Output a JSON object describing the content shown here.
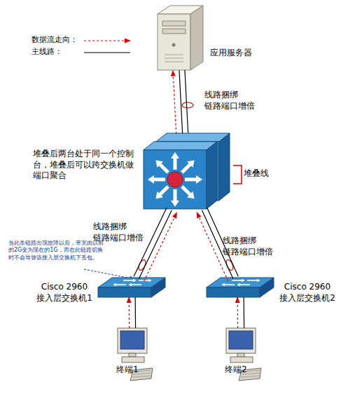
{
  "diagram": {
    "nodes": [
      {
        "text": [
          "应用服务器"
        ]
      },
      {
        "text": [
          "堆叠后两台处于同一个控制台，堆叠后可以跨交换机做端口聚合"
        ]
      },
      {
        "text": [
          "Cisco 2960 接入层交换机1"
        ]
      },
      {
        "text": [
          "Cisco 2960 接入层交换机2"
        ]
      },
      {
        "text": [
          "终端1"
        ]
      },
      {
        "text": [
          "终端2"
        ]
      }
    ],
    "edges": [
      {
        "from": 1,
        "to": 0,
        "arrow": "to",
        "label": "线路捆绑 链路端口增倍"
      },
      {
        "from": 2,
        "to": 1,
        "arrow": "to",
        "label": "线路捆绑 链路端口增倍"
      },
      {
        "from": 3,
        "to": 1,
        "arrow": "to",
        "label": "线路捆绑 链路端口增倍"
      },
      {
        "from": 4,
        "to": 2,
        "arrow": "to"
      },
      {
        "from": 5,
        "to": 3,
        "arrow": "to"
      }
    ],
    "labels": [
      "堆叠线",
      "当此条链路出现故障以后，带宽由以前的2G变为现在的1G，而在此链路切换时不会导致该接入层交换机下丢包。"
    ],
    "legend": [
      {
        "text": "数据流走向："
      },
      {
        "text": "主线路："
      }
    ]
  }
}
